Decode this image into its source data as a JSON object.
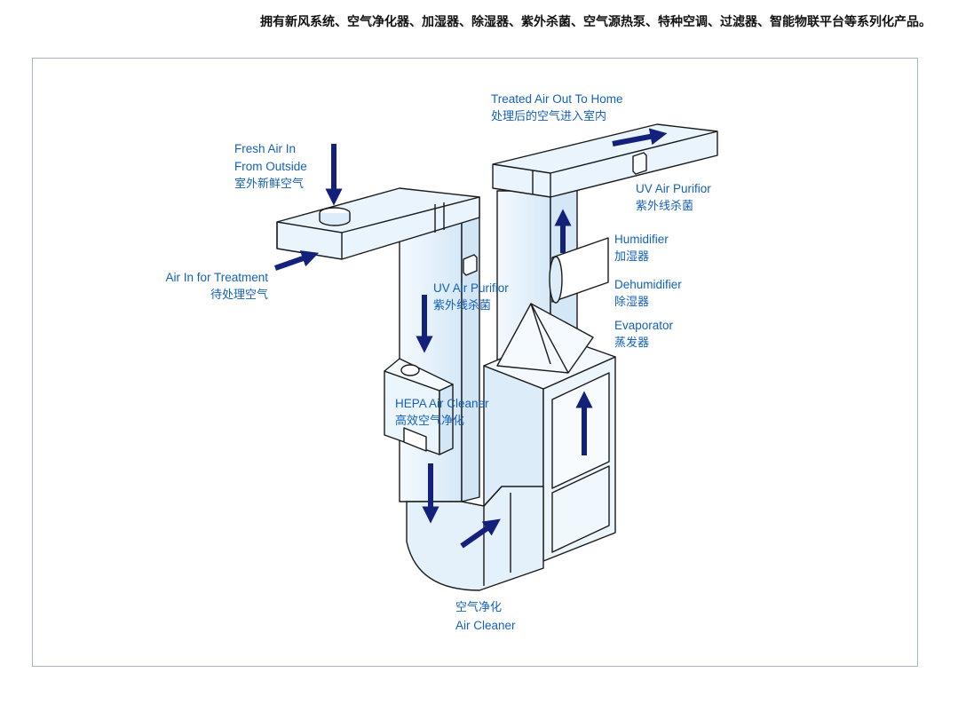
{
  "header": {
    "text": "拥有新风系统、空气净化器、加湿器、除湿器、紫外杀菌、空气源热泵、特种空调、过滤器、智能物联平台等系列化产品。"
  },
  "labels": {
    "treated_air": {
      "en": "Treated Air Out To Home",
      "cn": "处理后的空气进入室内"
    },
    "fresh_air": {
      "en1": "Fresh Air In",
      "en2": "From Outside",
      "cn": "室外新鲜空气"
    },
    "air_treatment": {
      "en": "Air In for Treatment",
      "cn": "待处理空气"
    },
    "uv_left": {
      "en": "UV Air Purifior",
      "cn": "紫外线杀菌"
    },
    "uv_right": {
      "en": "UV Air Purifior",
      "cn": "紫外线杀菌"
    },
    "humidifier": {
      "en": "Humidifier",
      "cn": "加湿器"
    },
    "dehumidifier": {
      "en": "Dehumidifier",
      "cn": "除湿器"
    },
    "evaporator": {
      "en": "Evaporator",
      "cn": "蒸发器"
    },
    "hepa": {
      "en": "HEPA Air Cleaner",
      "cn": "高效空气净化"
    },
    "air_cleaner": {
      "cn": "空气净化",
      "en": "Air Cleaner"
    }
  },
  "colors": {
    "duct_fill": "#e4f1fb",
    "duct_stroke": "#1a1a1a",
    "arrow": "#13217a",
    "label": "#1560b8"
  }
}
